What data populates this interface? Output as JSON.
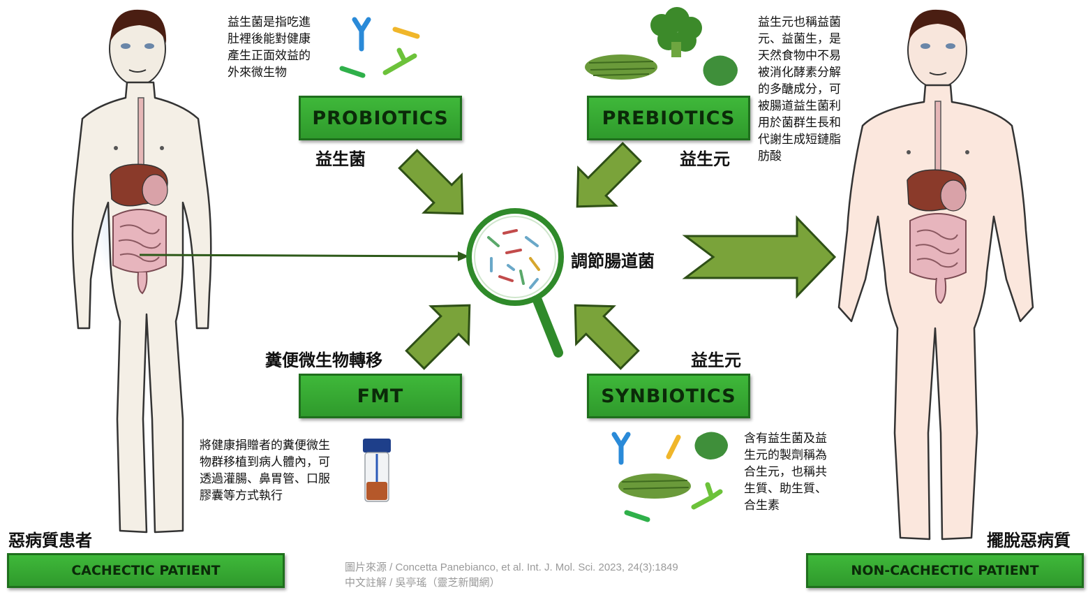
{
  "boxes": {
    "probiotics": "PROBIOTICS",
    "prebiotics": "PREBIOTICS",
    "fmt": "FMT",
    "synbiotics": "SYNBIOTICS",
    "cachectic": "CACHECTIC PATIENT",
    "non_cachectic": "NON-CACHECTIC PATIENT"
  },
  "labels": {
    "probiotics_cn": "益生菌",
    "prebiotics_cn": "益生元",
    "fmt_cn": "糞便微生物轉移",
    "synbiotics_cn": "益生元",
    "center": "調節腸道菌",
    "left_patient": "惡病質患者",
    "right_patient": "擺脫惡病質"
  },
  "notes": {
    "probiotics": [
      "益生菌是指吃進",
      "肚裡後能對健康",
      "產生正面效益的",
      "外來微生物"
    ],
    "prebiotics": [
      "益生元也稱益菌",
      "元、益菌生，是",
      "天然食物中不易",
      "被消化酵素分解",
      "的多醣成分，可",
      "被腸道益生菌利",
      "用於菌群生長和",
      "代謝生成短鏈脂",
      "肪酸"
    ],
    "fmt": [
      "將健康捐贈者的糞便微生",
      "物群移植到病人體內，可",
      "透過灌腸、鼻胃管、口服",
      "膠囊等方式執行"
    ],
    "synbiotics": [
      "含有益生菌及益",
      "生元的製劑稱為",
      "合生元，也稱共",
      "生質、助生質、",
      "合生素"
    ]
  },
  "credit": {
    "line1": "圖片來源 / Concetta Panebianco, et al. Int. J. Mol. Sci. 2023, 24(3):1849",
    "line2": "中文註解 / 吳亭瑤（靈芝新聞網）"
  },
  "colors": {
    "box_green": "#34a630",
    "arrow_green": "#7aa33a",
    "arrow_dark": "#2e4f16",
    "lens_ring": "#2f8a2a"
  }
}
